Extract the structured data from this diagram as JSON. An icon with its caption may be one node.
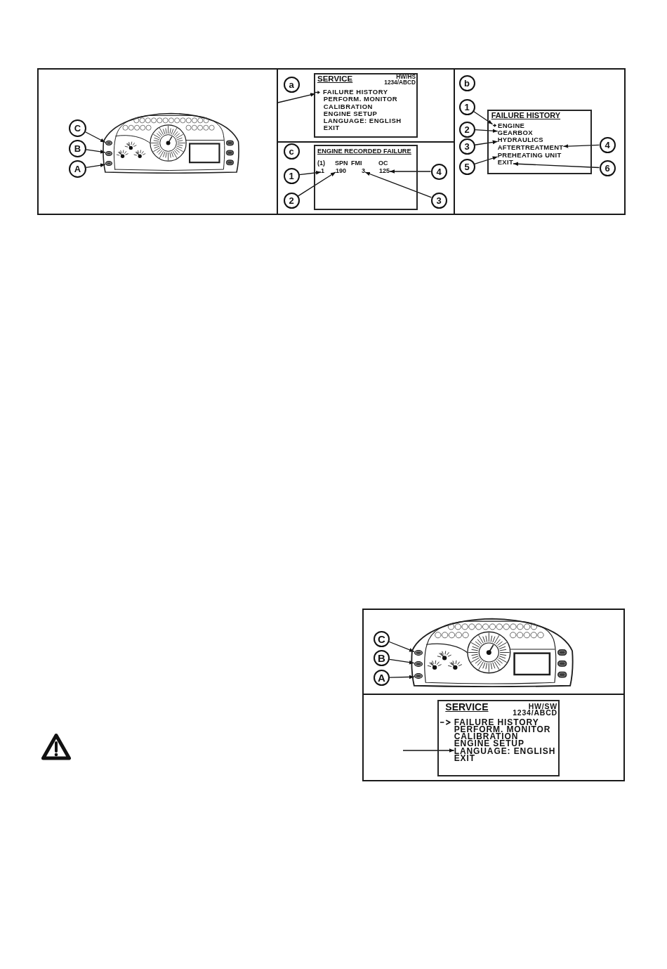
{
  "diagram": {
    "nodes": [
      {
        "text": [],
        "shape": "box"
      },
      {
        "text": [
          "C"
        ],
        "in": 0
      },
      {
        "text": [
          "B"
        ],
        "in": 0
      },
      {
        "text": [
          "A"
        ],
        "in": 0
      },
      {
        "text": [],
        "shape": "picture",
        "in": 0
      },
      {
        "text": [],
        "shape": "button",
        "in": 4
      },
      {
        "text": [],
        "shape": "button",
        "in": 4
      },
      {
        "text": [],
        "shape": "button",
        "in": 4
      },
      {
        "text": [],
        "shape": "box"
      },
      {
        "text": [
          "a"
        ],
        "in": 8
      },
      {
        "text": [
          "SERVICE",
          "HW/HS 1234/ABCD",
          "PERFORM. MONITOR",
          "CALIBRATION",
          "ENGINE SETUP",
          "LANGUAGE: ENGLISH",
          "EXIT"
        ],
        "in": 8
      },
      {
        "text": [
          "FAILURE HISTORY"
        ],
        "in": 10
      },
      {
        "text": [],
        "shape": "box"
      },
      {
        "text": [
          "b"
        ],
        "in": 12
      },
      {
        "text": [
          "1"
        ],
        "in": 12
      },
      {
        "text": [
          "2"
        ],
        "in": 12
      },
      {
        "text": [
          "3"
        ],
        "in": 12
      },
      {
        "text": [
          "4"
        ],
        "in": 12
      },
      {
        "text": [
          "5"
        ],
        "in": 12
      },
      {
        "text": [
          "6"
        ],
        "in": 12
      },
      {
        "text": [
          "FAILURE HISTORY"
        ],
        "in": 12
      },
      {
        "text": [
          "ENGINE"
        ],
        "in": 20
      },
      {
        "text": [
          "GEARBOX"
        ],
        "in": 20
      },
      {
        "text": [
          "HYDRAULICS"
        ],
        "in": 20
      },
      {
        "text": [
          "AFTERTREATMENT"
        ],
        "in": 20
      },
      {
        "text": [
          "PREHEATING UNIT"
        ],
        "in": 20
      },
      {
        "text": [
          "EXIT"
        ],
        "in": 20
      },
      {
        "text": [],
        "shape": "box"
      },
      {
        "text": [
          "c"
        ],
        "in": 27
      },
      {
        "text": [
          "1"
        ],
        "in": 27
      },
      {
        "text": [
          "2"
        ],
        "in": 27
      },
      {
        "text": [
          "3"
        ],
        "in": 27
      },
      {
        "text": [
          "4"
        ],
        "in": 27
      },
      {
        "text": [
          "ENGINE RECORDED FAILURE",
          "(1)",
          "SPN",
          "FMI",
          "OC"
        ],
        "in": 27
      },
      {
        "text": [
          "1"
        ],
        "in": 33
      },
      {
        "text": [
          "190"
        ],
        "in": 33
      },
      {
        "text": [
          "3"
        ],
        "in": 33
      },
      {
        "text": [
          "125"
        ],
        "in": 33
      },
      {
        "text": [],
        "shape": "box"
      },
      {
        "text": [
          "C"
        ],
        "in": 38
      },
      {
        "text": [
          "B"
        ],
        "in": 38
      },
      {
        "text": [
          "A"
        ],
        "in": 38
      },
      {
        "text": [],
        "shape": "picture",
        "in": 38
      },
      {
        "text": [],
        "shape": "button",
        "in": 42
      },
      {
        "text": [],
        "shape": "button",
        "in": 42
      },
      {
        "text": [],
        "shape": "button",
        "in": 42
      },
      {
        "text": [],
        "shape": "box"
      },
      {
        "text": [
          "SERVICE",
          "HW/SW 1234/ABCD",
          "FAILURE HISTORY",
          "PERFORM. MONITOR",
          "CALIBRATION",
          "ENGINE SETUP",
          "EXIT"
        ],
        "in": 46
      },
      {
        "text": [
          "LANGUAGE: ENGLISH"
        ],
        "in": 47
      }
    ],
    "edges": [
      {
        "from": 1,
        "to": 5,
        "arrow": "to"
      },
      {
        "from": 2,
        "to": 6,
        "arrow": "to"
      },
      {
        "from": 3,
        "to": 7,
        "arrow": "to"
      },
      {
        "from": 0,
        "to": 11,
        "arrow": "to"
      },
      {
        "from": 14,
        "to": 21,
        "arrow": "to"
      },
      {
        "from": 15,
        "to": 22,
        "arrow": "to"
      },
      {
        "from": 16,
        "to": 23,
        "arrow": "to"
      },
      {
        "from": 17,
        "to": 24,
        "arrow": "to"
      },
      {
        "from": 18,
        "to": 25,
        "arrow": "to"
      },
      {
        "from": 19,
        "to": 26,
        "arrow": "to"
      },
      {
        "from": 29,
        "to": 34,
        "arrow": "to"
      },
      {
        "from": 30,
        "to": 35,
        "arrow": "to"
      },
      {
        "from": 31,
        "to": 36,
        "arrow": "to"
      },
      {
        "from": 32,
        "to": 37,
        "arrow": "to"
      },
      {
        "from": 39,
        "to": 43,
        "arrow": "to"
      },
      {
        "from": 40,
        "to": 44,
        "arrow": "to"
      },
      {
        "from": 41,
        "to": 45,
        "arrow": "to"
      },
      {
        "from": null,
        "to": 48,
        "arrow": "to"
      }
    ]
  }
}
